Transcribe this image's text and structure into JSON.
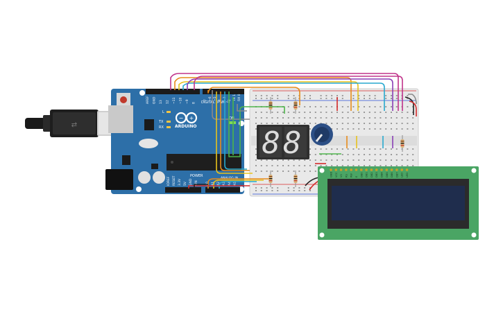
{
  "arduino": {
    "brand": "ARDUINO",
    "digital_header": "DIGITAL (PWM~)",
    "power_header": "POWER",
    "analog_header": "ANALOG IN",
    "led_l": "L",
    "led_tx": "TX",
    "led_rx": "RX",
    "led_on": "ON",
    "pin_aref": "AREF",
    "pin_gnd": "GND",
    "pin_13": "13",
    "pin_12": "12",
    "pin_11": "~11",
    "pin_10": "~10",
    "pin_9": "~9",
    "pin_8": "8",
    "pin_7": "7",
    "pin_6": "~6",
    "pin_5": "~5",
    "pin_4": "4",
    "pin_3": "~3",
    "pin_2": "2",
    "pin_tx1": "TX 1",
    "pin_rx0": "RX 0",
    "pin_ioref": "IOREF",
    "pin_reset": "RESET",
    "pin_3v3": "3.3V",
    "pin_5v": "5V",
    "pin_gnd2": "GND",
    "pin_vin": "VIN",
    "pin_a0": "A0",
    "pin_a1": "A1",
    "pin_a2": "A2",
    "pin_a3": "A3",
    "pin_a4": "A4",
    "pin_a5": "A5"
  },
  "display": {
    "digits": "88"
  },
  "lcd": {
    "pins": [
      "GND",
      "VCC",
      "V0",
      "RS",
      "RW",
      "E",
      "DB0",
      "DB1",
      "DB2",
      "DB3",
      "DB4",
      "DB5",
      "DB6",
      "DB7",
      "LED",
      "LED"
    ]
  },
  "colors": {
    "arduino_board": "#2d6fa8",
    "breadboard": "#e9e9e9",
    "lcd_pcb": "#4aa564",
    "lcd_screen": "#1f2d4d",
    "display_body": "#2f2f2f",
    "pot": "#2c4f86",
    "wire_magenta": "#c0338a",
    "wire_orange": "#e78b1a",
    "wire_yellow": "#e8c21c",
    "wire_cyan": "#27a9cf",
    "wire_purple": "#8a3fb5",
    "wire_green": "#4db54a",
    "wire_red": "#d42a2a",
    "wire_gray": "#8a8a8a",
    "wire_black": "#222222"
  }
}
